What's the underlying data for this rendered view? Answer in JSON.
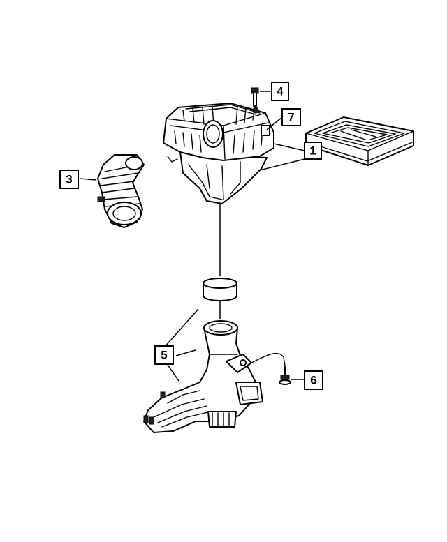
{
  "callouts": [
    {
      "id": "1",
      "label": "1"
    },
    {
      "id": "3",
      "label": "3"
    },
    {
      "id": "4",
      "label": "4"
    },
    {
      "id": "5",
      "label": "5"
    },
    {
      "id": "6",
      "label": "6"
    },
    {
      "id": "7",
      "label": "7"
    }
  ]
}
